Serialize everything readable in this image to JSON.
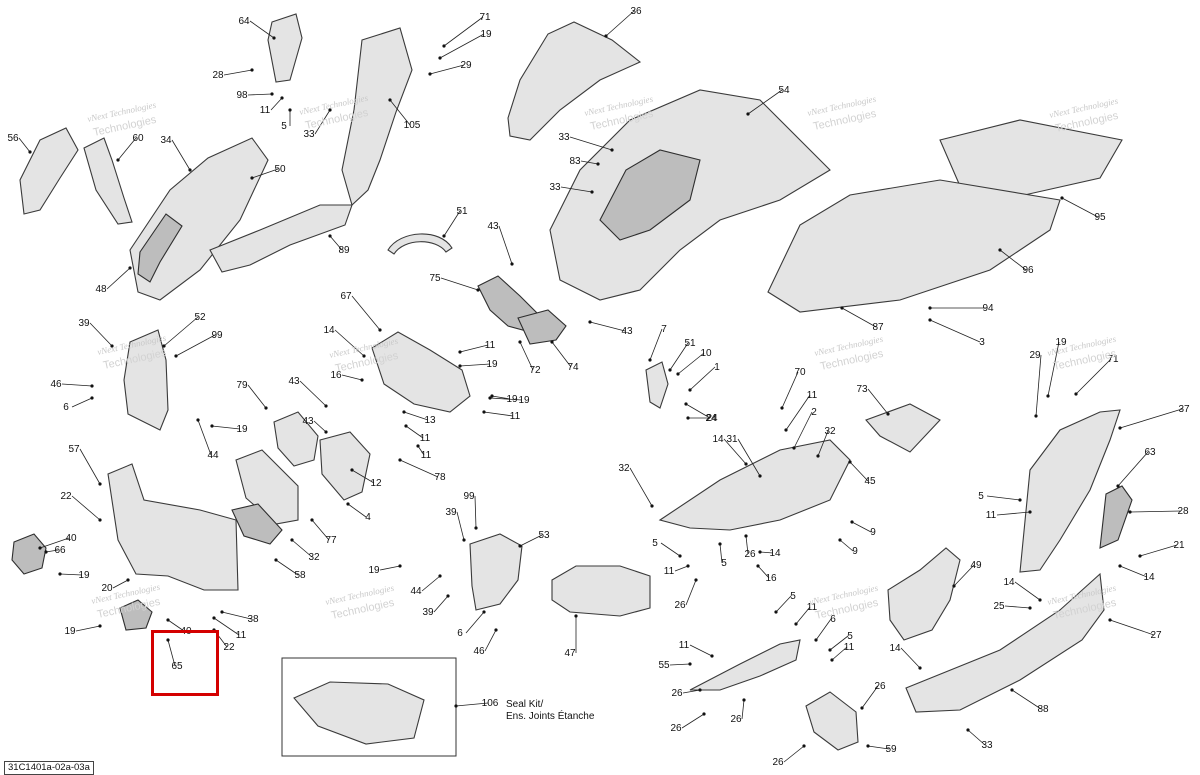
{
  "diagram": {
    "reference_code": "31C1401a-02a-03a",
    "watermark_line1": "vNext Technologies",
    "watermark_line2": "Technologies",
    "seal_kit": {
      "number": "106",
      "label_line1": "Seal Kit/",
      "label_line2": "Ens. Joints Étanche"
    },
    "highlighted_callout": "65",
    "accent_color": "#d40000",
    "callouts": [
      "64",
      "28",
      "98",
      "11",
      "5",
      "71",
      "19",
      "29",
      "33",
      "105",
      "56",
      "60",
      "34",
      "50",
      "48",
      "89",
      "36",
      "54",
      "33",
      "83",
      "33",
      "95",
      "51",
      "96",
      "87",
      "94",
      "3",
      "43",
      "75",
      "43",
      "72",
      "74",
      "67",
      "14",
      "16",
      "11",
      "19",
      "19",
      "11",
      "13",
      "11",
      "11",
      "19",
      "7",
      "51",
      "10",
      "1",
      "24",
      "52",
      "39",
      "99",
      "46",
      "6",
      "19",
      "44",
      "79",
      "43",
      "43",
      "78",
      "12",
      "4",
      "77",
      "32",
      "58",
      "57",
      "22",
      "40",
      "66",
      "19",
      "20",
      "19",
      "40",
      "38",
      "11",
      "22",
      "65",
      "39",
      "99",
      "19",
      "44",
      "39",
      "53",
      "6",
      "46",
      "47",
      "5",
      "11",
      "26",
      "5",
      "16",
      "14",
      "24",
      "9",
      "26",
      "70",
      "11",
      "2",
      "14",
      "31",
      "32",
      "32",
      "45",
      "73",
      "71",
      "19",
      "29",
      "37",
      "63",
      "28",
      "21",
      "14",
      "5",
      "11",
      "49",
      "14",
      "25",
      "27",
      "5",
      "11",
      "6",
      "5",
      "11",
      "11",
      "55",
      "26",
      "26",
      "26",
      "14",
      "88",
      "33",
      "26",
      "59",
      "26",
      "106",
      "9"
    ]
  }
}
